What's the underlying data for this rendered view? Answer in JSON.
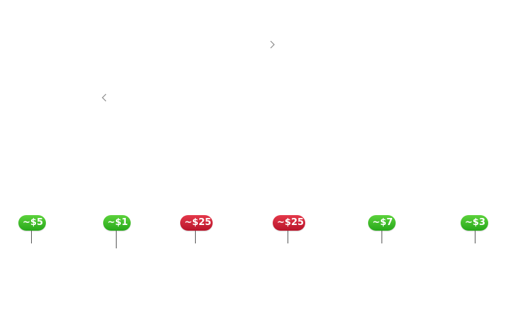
{
  "nav": {
    "next_icon": "chevron-right-icon",
    "prev_icon": "chevron-left-icon"
  },
  "colors": {
    "price_low": "#3bbf26",
    "price_high": "#cc1f33"
  },
  "markers": [
    {
      "label": "~$5",
      "tier": "green"
    },
    {
      "label": "~$1",
      "tier": "green"
    },
    {
      "label": "~$25",
      "tier": "red"
    },
    {
      "label": "~$25",
      "tier": "red"
    },
    {
      "label": "~$7",
      "tier": "green"
    },
    {
      "label": "~$3",
      "tier": "green"
    }
  ]
}
